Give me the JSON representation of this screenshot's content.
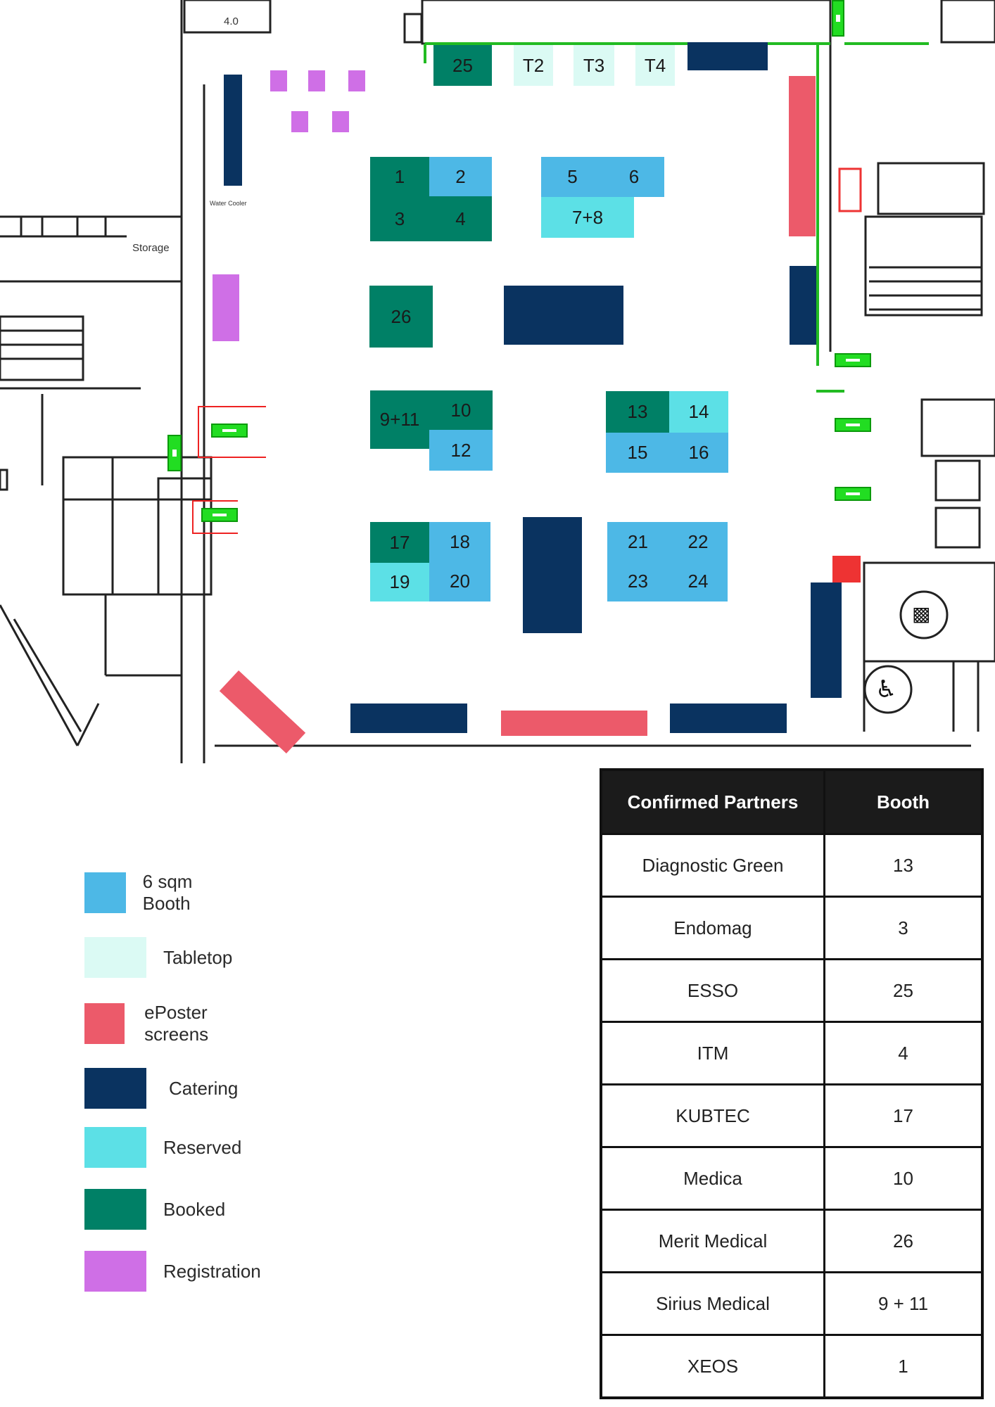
{
  "colors": {
    "six_sqm_booth": "#4db8e6",
    "tabletop": "#dbfaf4",
    "eposter": "#ec5a6a",
    "catering": "#0a3360",
    "reserved": "#5ce0e6",
    "booked": "#008066",
    "registration": "#cf6fe6"
  },
  "map": {
    "labels": {
      "level": "4.0",
      "water_cooler": "Water Cooler",
      "storage": "Storage"
    },
    "booths": [
      {
        "id": "25",
        "type": "booked"
      },
      {
        "id": "T2",
        "type": "tabletop"
      },
      {
        "id": "T3",
        "type": "tabletop"
      },
      {
        "id": "T4",
        "type": "tabletop"
      },
      {
        "id": "1",
        "type": "booked"
      },
      {
        "id": "2",
        "type": "six_sqm_booth"
      },
      {
        "id": "3",
        "type": "booked"
      },
      {
        "id": "4",
        "type": "booked"
      },
      {
        "id": "5",
        "type": "six_sqm_booth"
      },
      {
        "id": "6",
        "type": "six_sqm_booth"
      },
      {
        "id": "7+8",
        "type": "reserved"
      },
      {
        "id": "26",
        "type": "booked"
      },
      {
        "id": "9+11",
        "type": "booked"
      },
      {
        "id": "10",
        "type": "booked"
      },
      {
        "id": "12",
        "type": "six_sqm_booth"
      },
      {
        "id": "13",
        "type": "booked"
      },
      {
        "id": "14",
        "type": "reserved"
      },
      {
        "id": "15",
        "type": "six_sqm_booth"
      },
      {
        "id": "16",
        "type": "six_sqm_booth"
      },
      {
        "id": "17",
        "type": "booked"
      },
      {
        "id": "18",
        "type": "six_sqm_booth"
      },
      {
        "id": "19",
        "type": "reserved"
      },
      {
        "id": "20",
        "type": "six_sqm_booth"
      },
      {
        "id": "21",
        "type": "six_sqm_booth"
      },
      {
        "id": "22",
        "type": "six_sqm_booth"
      },
      {
        "id": "23",
        "type": "six_sqm_booth"
      },
      {
        "id": "24",
        "type": "six_sqm_booth"
      }
    ]
  },
  "legend": [
    {
      "label": "6 sqm Booth",
      "type": "six_sqm_booth"
    },
    {
      "label": "Tabletop",
      "type": "tabletop"
    },
    {
      "label": "ePoster screens",
      "type": "eposter"
    },
    {
      "label": "Catering",
      "type": "catering"
    },
    {
      "label": "Reserved",
      "type": "reserved"
    },
    {
      "label": "Booked",
      "type": "booked"
    },
    {
      "label": "Registration",
      "type": "registration"
    }
  ],
  "partners": {
    "headers": [
      "Confirmed Partners",
      "Booth"
    ],
    "rows": [
      [
        "Diagnostic Green",
        "13"
      ],
      [
        "Endomag",
        "3"
      ],
      [
        "ESSO",
        "25"
      ],
      [
        "ITM",
        "4"
      ],
      [
        "KUBTEC",
        "17"
      ],
      [
        "Medica",
        "10"
      ],
      [
        "Merit Medical",
        "26"
      ],
      [
        "Sirius Medical",
        "9 + 11"
      ],
      [
        "XEOS",
        "1"
      ]
    ]
  }
}
